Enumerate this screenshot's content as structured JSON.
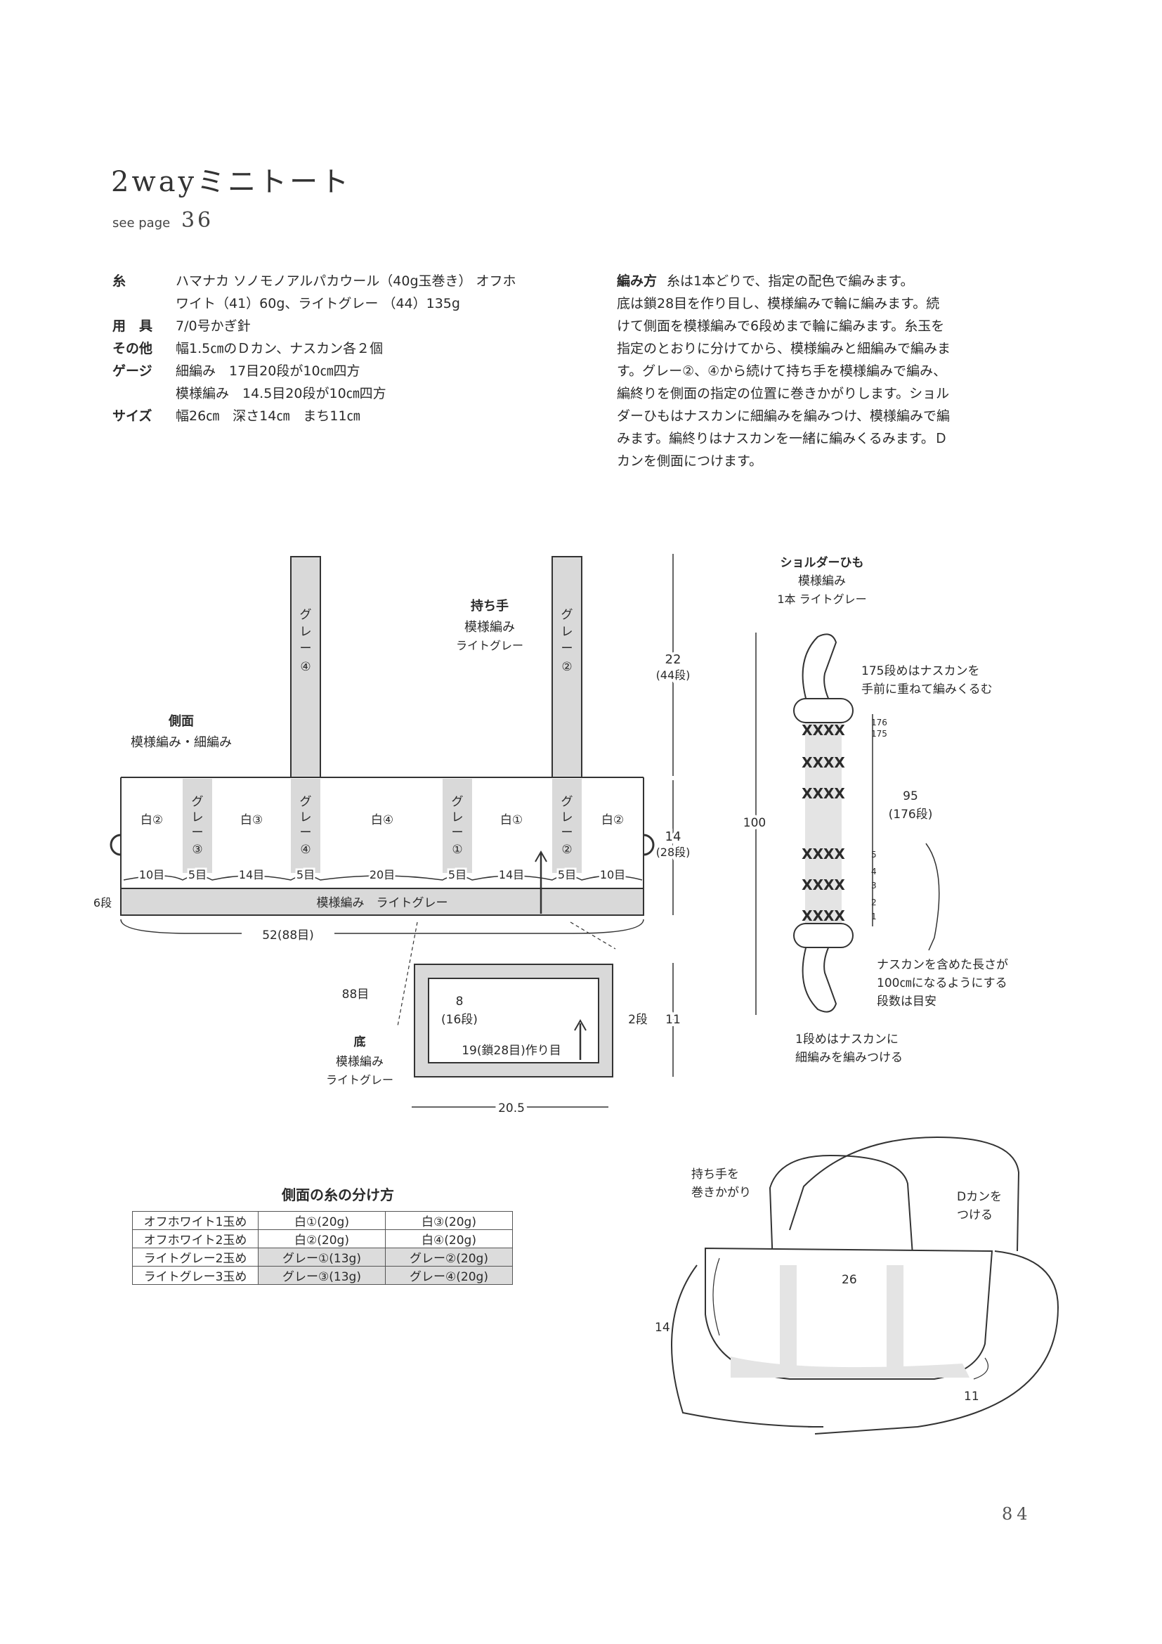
{
  "title": "2wayミニトート",
  "see_page": {
    "label": "see page",
    "number": "36"
  },
  "spec": [
    {
      "label": "糸",
      "lines": [
        "ハマナカ ソノモノアルパカウール（40g玉巻き） オフホ",
        "ワイト（41）60g、ライトグレー （44）135g"
      ]
    },
    {
      "label": "用　具",
      "lines": [
        "7/0号かぎ針"
      ]
    },
    {
      "label": "その他",
      "lines": [
        "幅1.5㎝のＤカン、ナスカン各２個"
      ]
    },
    {
      "label": "ゲージ",
      "lines": [
        "細編み　17目20段が10㎝四方",
        "模様編み　14.5目20段が10㎝四方"
      ]
    },
    {
      "label": "サイズ",
      "lines": [
        "幅26㎝　深さ14㎝　まち11㎝"
      ]
    }
  ],
  "method": {
    "label": "編み方",
    "lines": [
      "糸は1本どりで、指定の配色で編みます。",
      "底は鎖28目を作り目し、模様編みで輪に編みます。続",
      "けて側面を模様編みで6段めまで輪に編みます。糸玉を",
      "指定のとおりに分けてから、模様編みと細編みで編みま",
      "す。グレー②、④から続けて持ち手を模様編みで編み、",
      "編終りを側面の指定の位置に巻きかがりします。ショル",
      "ダーひもはナスカンに細編みを編みつけ、模様編みで編",
      "みます。編終りはナスカンを一緒に編みくるみます。Ｄ",
      "カンを側面につけます。"
    ]
  },
  "diagram": {
    "handle": {
      "title": "持ち手",
      "stitch": "模様編み",
      "color": "ライトグレー",
      "h": "22",
      "rows": "(44段)"
    },
    "handle_left_label": [
      "グ",
      "レ",
      "ー",
      "④"
    ],
    "handle_right_label": [
      "グ",
      "レ",
      "ー",
      "②"
    ],
    "side": {
      "title": "側面",
      "stitch": "模様編み・細編み",
      "h": "14",
      "rows": "(28段)"
    },
    "side_sections": [
      "白②",
      "白③",
      "白④",
      "白①",
      "白②"
    ],
    "side_gray": [
      [
        "グ",
        "レ",
        "ー",
        "③"
      ],
      [
        "グ",
        "レ",
        "ー",
        "④"
      ],
      [
        "グ",
        "レ",
        "ー",
        "①"
      ],
      [
        "グ",
        "レ",
        "ー",
        "②"
      ]
    ],
    "counts": [
      "10目",
      "5目",
      "14目",
      "5目",
      "20目",
      "5目",
      "14目",
      "5目",
      "10目"
    ],
    "band": {
      "rows": "6段",
      "label": "模様編み　ライトグレー"
    },
    "width": "52(88目)",
    "bottom": {
      "title": "底",
      "stitch": "模様編み",
      "color": "ライトグレー",
      "stitches": "88目",
      "h": "8",
      "rows": "(16段)",
      "foundation": "19(鎖28目)作り目",
      "two_rows": "2段",
      "depth": "11",
      "width": "20.5"
    },
    "strap": {
      "title": "ショルダーひも",
      "stitch": "模様編み",
      "color": "1本 ライトグレー",
      "note_top": [
        "175段めはナスカンを",
        "手前に重ねて編みくるむ"
      ],
      "rows_top": [
        "176",
        "175"
      ],
      "rows_bottom": [
        "5",
        "4",
        "3",
        "2",
        "1"
      ],
      "len": "95",
      "len_rows": "(176段)",
      "total": "100",
      "note_right": [
        "ナスカンを含めた長さが",
        "100㎝になるようにする",
        "段数は目安"
      ],
      "note_bottom": [
        "1段めはナスカンに",
        "細編みを編みつける"
      ]
    },
    "bag": {
      "handle_note": [
        "持ち手を",
        "巻きかがり"
      ],
      "dring_note": [
        "Dカンを",
        "つける"
      ],
      "w": "26",
      "h": "14",
      "d": "11"
    }
  },
  "yarn_table": {
    "title": "側面の糸の分け方",
    "rows": [
      [
        "オフホワイト1玉め",
        "白①(20g)",
        "白③(20g)"
      ],
      [
        "オフホワイト2玉め",
        "白②(20g)",
        "白④(20g)"
      ],
      [
        "ライトグレー2玉め",
        "グレー①(13g)",
        "グレー②(20g)"
      ],
      [
        "ライトグレー3玉め",
        "グレー③(13g)",
        "グレー④(20g)"
      ]
    ]
  },
  "page_number": "84"
}
